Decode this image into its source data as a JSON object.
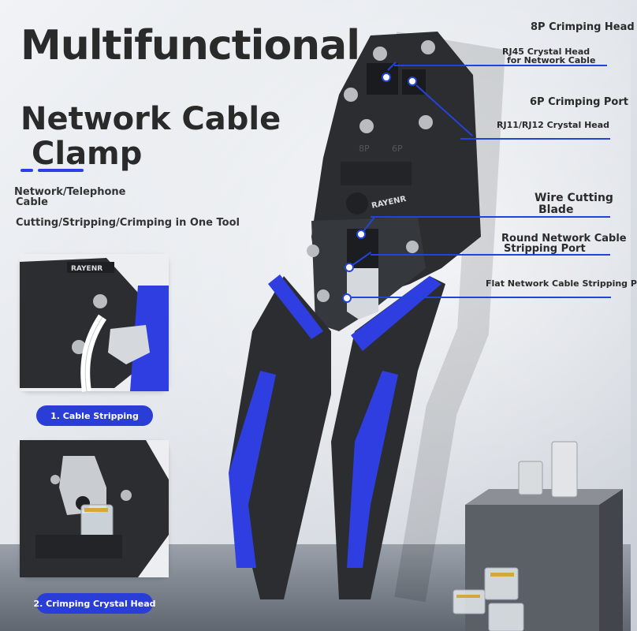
{
  "title": {
    "line1": "Multifunctional",
    "line2": "Network Cable",
    "line3": "Clamp"
  },
  "intro": {
    "line1a": "Network/Telephone",
    "line1b": "Cable",
    "line2": "Cutting/Stripping/Crimping in One Tool"
  },
  "callouts": {
    "crimping_8p": "8P Crimping Head",
    "rj45_a": "RJ45 Crystal Head",
    "rj45_b": "for Network Cable",
    "port_6p": "6P Crimping Port",
    "rj11": "RJ11/RJ12 Crystal Head",
    "wire_cut_a": "Wire Cutting",
    "wire_cut_b": "Blade",
    "round_strip_a": "Round Network Cable",
    "round_strip_b": "Stripping Port",
    "flat_strip": "Flat Network Cable Stripping P"
  },
  "steps": {
    "step1": "1. Cable Stripping",
    "step2": "2. Crimping Crystal Head"
  },
  "tool": {
    "brand": "RAYENR",
    "mark_8p": "8P",
    "mark_6p": "6P"
  },
  "colors": {
    "accent_blue": "#2a3dd6",
    "tool_black": "#2b2d31",
    "text_dark": "#2a2a2a"
  }
}
